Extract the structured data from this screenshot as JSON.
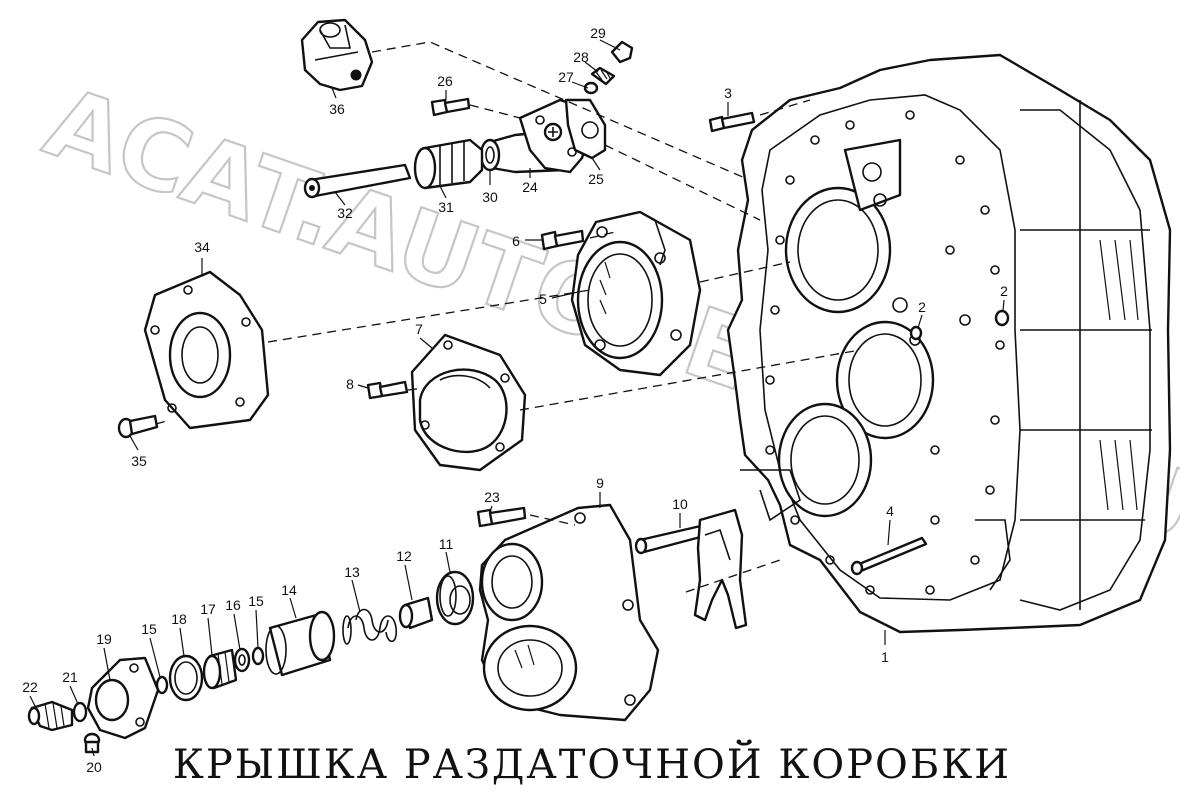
{
  "diagram": {
    "caption": "КРЫШКА РАЗДАТОЧНОЙ КОРОБКИ",
    "watermark": "ACAT.AUTODEALER.RU",
    "line_color": "#111111",
    "watermark_color": "#b9b9b9",
    "part_numbers": {
      "p1": "1",
      "p2a": "2",
      "p2b": "2",
      "p3": "3",
      "p4": "4",
      "p5": "5",
      "p6": "6",
      "p7": "7",
      "p8": "8",
      "p9": "9",
      "p10": "10",
      "p11": "11",
      "p12": "12",
      "p13": "13",
      "p14": "14",
      "p15a": "15",
      "p15b": "15",
      "p16": "16",
      "p17": "17",
      "p18": "18",
      "p19": "19",
      "p20": "20",
      "p21": "21",
      "p22": "22",
      "p23": "23",
      "p24": "24",
      "p25": "25",
      "p26": "26",
      "p27": "27",
      "p28": "28",
      "p29": "29",
      "p30": "30",
      "p31": "31",
      "p32": "32",
      "p34": "34",
      "p35": "35",
      "p36": "36"
    }
  }
}
